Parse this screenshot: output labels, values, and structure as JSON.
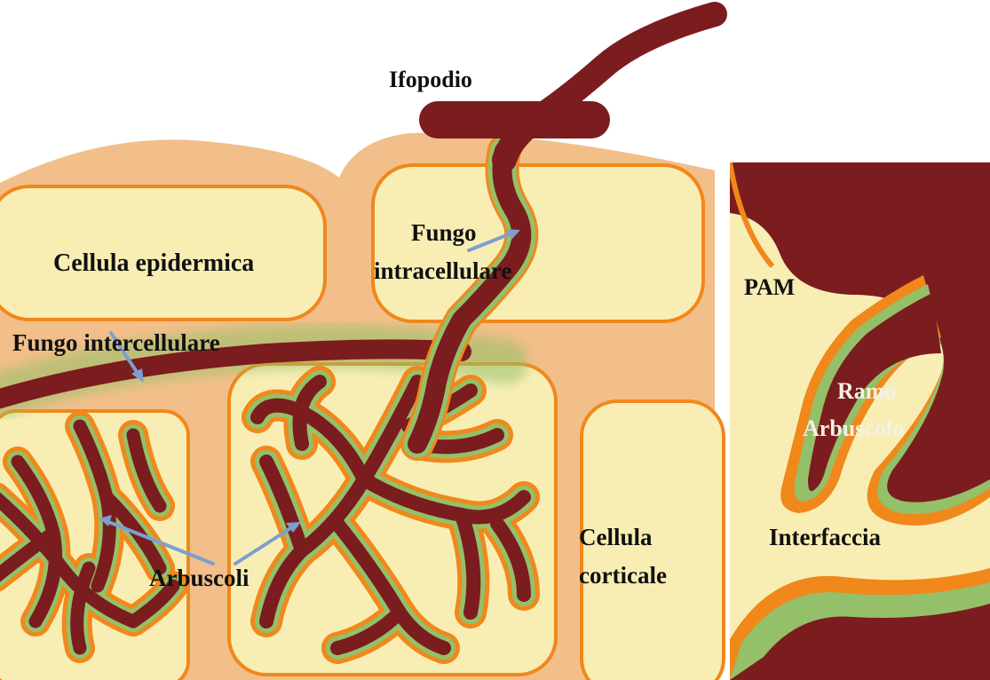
{
  "labels": {
    "hyphopodium": "Ifopodio",
    "epidermal_cell": "Cellula epidermica",
    "intracellular_fungus_line1": "Fungo",
    "intracellular_fungus_line2": "intracellulare",
    "intercellular_fungus": "Fungo intercellulare",
    "arbuscules": "Arbuscoli",
    "cortical_cell_line1": "Cellula",
    "cortical_cell_line2": "corticale",
    "pam": "PAM",
    "branch_line1": "Ramo",
    "branch_line2": "Arbuscolo",
    "interface": "Interfaccia"
  },
  "colors": {
    "fungus": "#7b1c1f",
    "cell_fill": "#f8eeb4",
    "cell_wall": "#f0881c",
    "tissue": "#f2bf8a",
    "interface": "#94c069",
    "arrow": "#7d9fcf"
  }
}
